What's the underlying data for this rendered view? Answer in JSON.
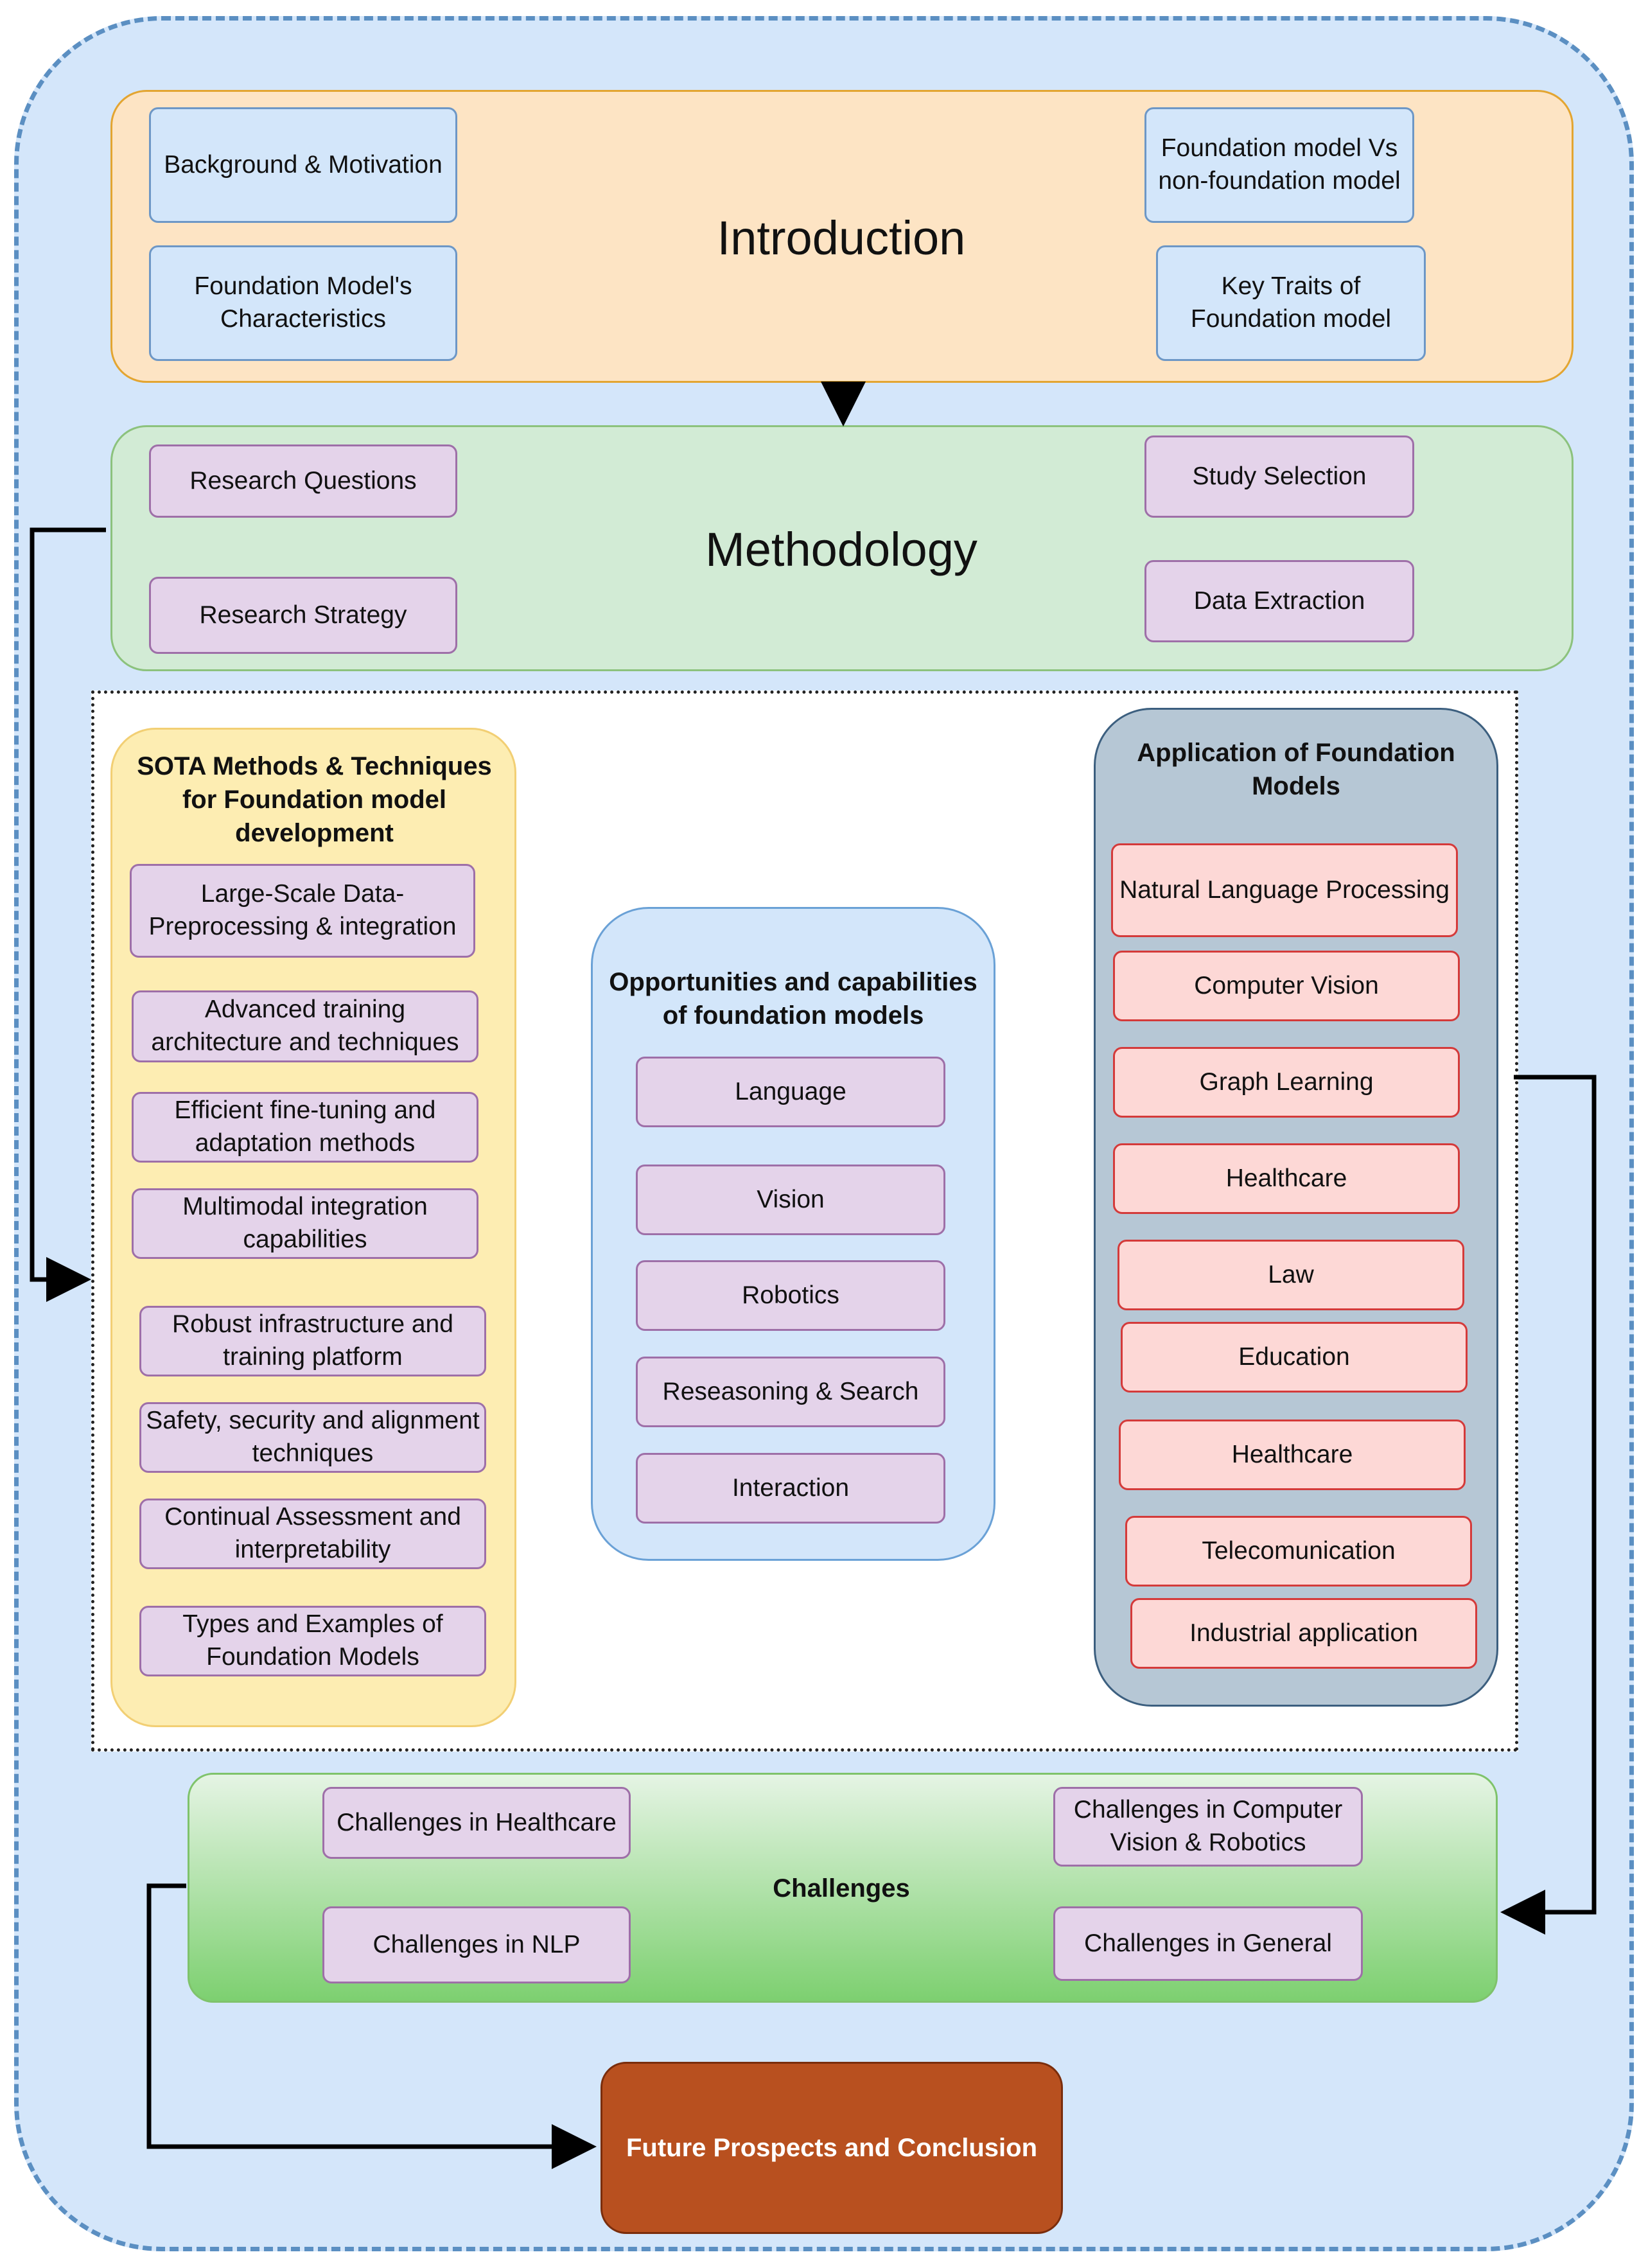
{
  "introduction": {
    "title": "Introduction",
    "items": [
      "Background & Motivation",
      "Foundation Model's Characteristics",
      "Foundation model Vs non-foundation model",
      "Key Traits of Foundation model"
    ]
  },
  "methodology": {
    "title": "Methodology",
    "items": [
      "Research Questions",
      "Research Strategy",
      "Study Selection",
      "Data Extraction"
    ]
  },
  "sota": {
    "title": "SOTA Methods & Techniques for Foundation model development",
    "items": [
      "Large-Scale Data-Preprocessing & integration",
      "Advanced training architecture and techniques",
      "Efficient fine-tuning and adaptation methods",
      "Multimodal integration capabilities",
      "Robust infrastructure and training platform",
      "Safety, security and alignment techniques",
      "Continual Assessment and interpretability",
      "Types and Examples of Foundation Models"
    ]
  },
  "opportunities": {
    "title": "Opportunities and capabilities of foundation models",
    "items": [
      "Language",
      "Vision",
      "Robotics",
      "Reseasoning & Search",
      "Interaction"
    ]
  },
  "applications": {
    "title": "Application of Foundation Models",
    "items": [
      "Natural Language Processing",
      "Computer Vision",
      "Graph Learning",
      "Healthcare",
      "Law",
      "Education",
      "Healthcare",
      "Telecomunication",
      "Industrial application"
    ]
  },
  "challenges": {
    "title": "Challenges",
    "items": [
      "Challenges in Healthcare",
      "Challenges in NLP",
      "Challenges in Computer Vision & Robotics",
      "Challenges in General"
    ]
  },
  "future": {
    "title": "Future Prospects and Conclusion"
  },
  "colors": {
    "outer_bg": "#d4e6fa",
    "intro_bg": "#fde4c4",
    "method_bg": "#d2ebd5",
    "sota_bg": "#fdedb2",
    "app_bg": "#b6c7d5",
    "item_blue": "#d3e6fa",
    "item_purple": "#e4d3ea",
    "item_pink": "#fdd8d6",
    "future_bg": "#b8501f"
  }
}
